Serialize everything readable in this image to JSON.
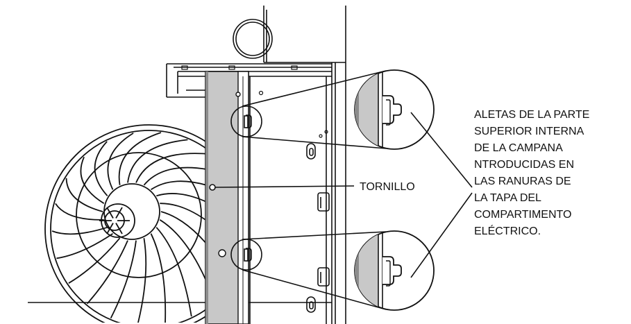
{
  "labels": {
    "screw": "TORNILLO",
    "tabs_lines": [
      "ALETAS DE LA PARTE",
      "SUPERIOR INTERNA",
      "DE LA CAMPANA",
      "NTRODUCIDAS EN",
      "LAS RANURAS DE",
      "LA TAPA DEL",
      "COMPARTIMENTO",
      "ELÉCTRICO."
    ]
  },
  "colors": {
    "line": "#111111",
    "panel": "#c8c8c8",
    "panel_dark": "#8c8c8c",
    "background": "#ffffff"
  }
}
